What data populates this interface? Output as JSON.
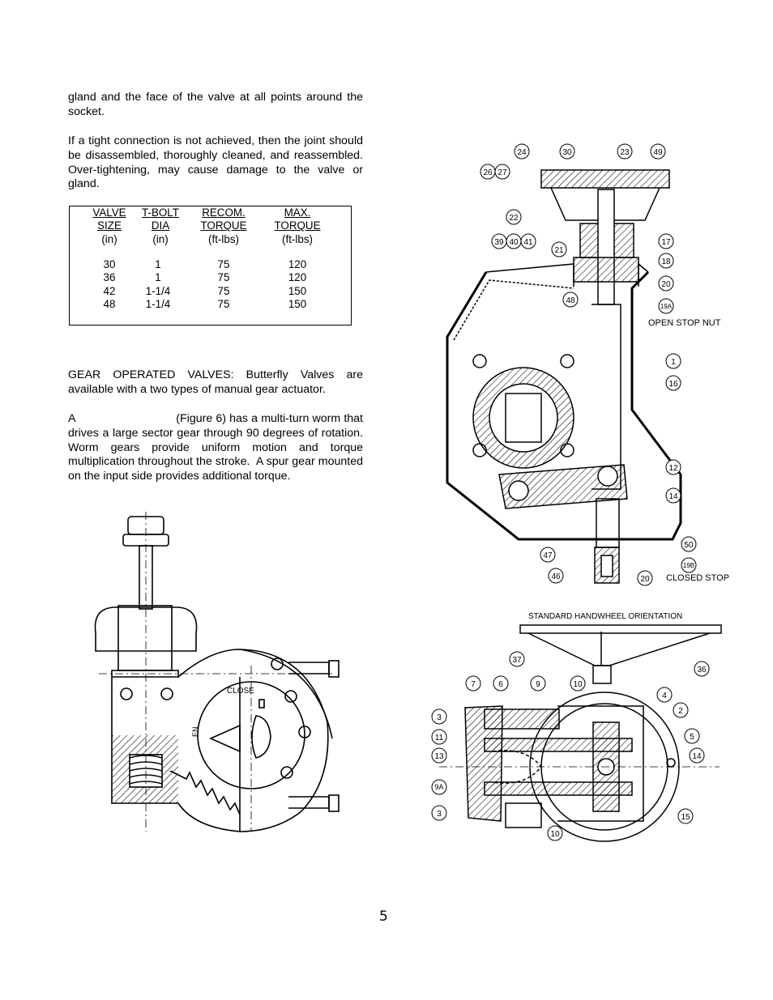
{
  "paragraphs": {
    "p1": "gland and the face of the valve at all points around the socket.",
    "p2": "If a tight connection is not achieved, then the joint should be disassembled, thoroughly cleaned, and reassembled.  Over-tightening, may cause damage to the valve or gland.",
    "p3": "GEAR OPERATED VALVES:   Butterfly Valves are available with a two types of manual gear actuator.",
    "p4": "A                              (Figure 6) has a multi-turn worm that drives a large sector gear through 90 degrees of rotation.  Worm gears provide uniform motion and torque multiplication throughout the stroke.  A spur gear mounted on the input side provides additional torque."
  },
  "torque_table": {
    "headers": [
      {
        "l1": "VALVE",
        "l2": "SIZE",
        "l3": "(in)"
      },
      {
        "l1": "T-BOLT",
        "l2": "DIA",
        "l3": "(in)"
      },
      {
        "l1": "RECOM.",
        "l2": "TORQUE",
        "l3": "(ft-lbs)"
      },
      {
        "l1": "MAX.",
        "l2": "TORQUE",
        "l3": "(ft-lbs)"
      }
    ],
    "rows": [
      [
        "30",
        "1",
        "75",
        "120"
      ],
      [
        "36",
        "1",
        "75",
        "120"
      ],
      [
        "42",
        "1-1/4",
        "75",
        "150"
      ],
      [
        "48",
        "1-1/4",
        "75",
        "150"
      ]
    ]
  },
  "drawing_left": {
    "close_label": "CLOSE",
    "open_label": "EN"
  },
  "drawing_right_top": {
    "balloons": [
      "24",
      "30",
      "23",
      "49",
      "26",
      "27",
      "22",
      "39",
      "40",
      "41",
      "21",
      "17",
      "18",
      "20",
      "48",
      "19A",
      "1",
      "16",
      "12",
      "14",
      "50",
      "47",
      "19B",
      "46",
      "20"
    ],
    "open_stop_label": "OPEN STOP NUT",
    "closed_stop_label": "CLOSED STOP"
  },
  "drawing_right_bottom": {
    "title": "STANDARD HANDWHEEL ORIENTATION",
    "balloons": [
      "37",
      "36",
      "7",
      "6",
      "9",
      "10",
      "4",
      "3",
      "2",
      "11",
      "5",
      "13",
      "14",
      "9A",
      "3",
      "15",
      "10"
    ]
  },
  "page_number": "5"
}
